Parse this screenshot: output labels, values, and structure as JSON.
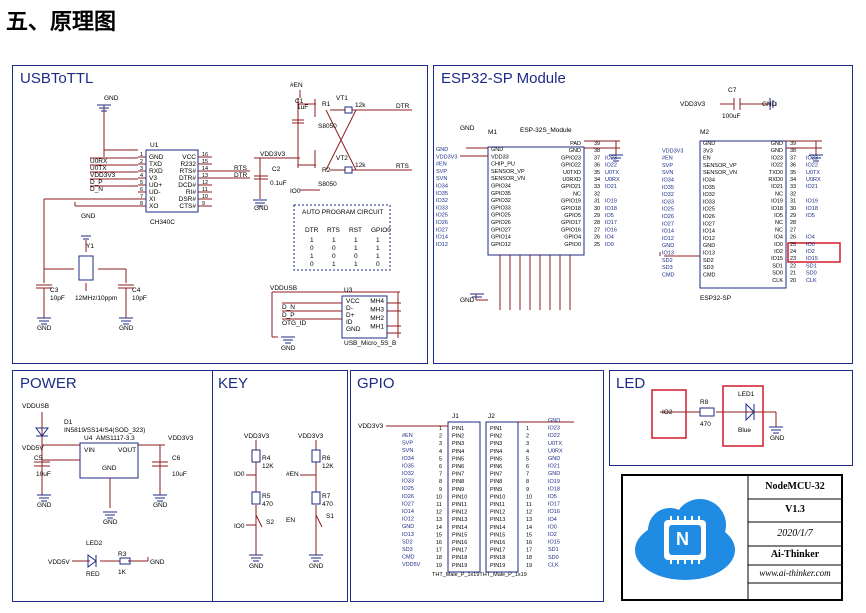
{
  "heading": "五、原理图",
  "panels": {
    "usb": {
      "title": "USBToTTL"
    },
    "esp": {
      "title": "ESP32-SP Module"
    },
    "power": {
      "title": "POWER"
    },
    "key": {
      "title": "KEY"
    },
    "gpio": {
      "title": "GPIO"
    },
    "led": {
      "title": "LED"
    }
  },
  "usb": {
    "u1_ref": "U1",
    "u1_part": "CH340C",
    "u1_left_pins": [
      "GND",
      "TXD",
      "RXD",
      "V3",
      "UD+",
      "UD-",
      "XI",
      "XO"
    ],
    "u1_left_nums": [
      "1",
      "2",
      "3",
      "4",
      "5",
      "6",
      "7",
      "8"
    ],
    "u1_right_pins": [
      "VCC",
      "R232",
      "RTS#",
      "DTR#",
      "DCD#",
      "RI#",
      "DSR#",
      "CTS#"
    ],
    "u1_right_nums": [
      "16",
      "15",
      "14",
      "13",
      "12",
      "11",
      "10",
      "9"
    ],
    "net_left": [
      "U0RX",
      "U0TX",
      "VDD3V3",
      "D_P",
      "D_N"
    ],
    "rts": "RTS",
    "dtr": "DTR",
    "vdd": "VDD3V3",
    "gnd": "GND",
    "c1": "C1",
    "c1v": "1uF",
    "c2": "C2",
    "c2v": "0.1uF",
    "r1": "R1",
    "r1v": "12k",
    "r2": "R2",
    "r2v": "12k",
    "vt1": "VT1",
    "vt2": "VT2",
    "s8050a": "S8050",
    "s8050b": "S8050",
    "en": "#EN",
    "io0": "IO0",
    "y1": "Y1",
    "y1v": "12MHz/10ppm",
    "c3": "C3",
    "c3v": "10pF",
    "c4": "C4",
    "c4v": "10pF",
    "apc_title": "AUTO PROGRAM CIRCUIT",
    "apc_head": [
      "DTR",
      "RTS",
      "RST",
      "GPIO0"
    ],
    "apc_rows": [
      [
        "1",
        "1",
        "1",
        "1"
      ],
      [
        "0",
        "0",
        "1",
        "1"
      ],
      [
        "1",
        "0",
        "0",
        "1"
      ],
      [
        "0",
        "1",
        "1",
        "0"
      ]
    ],
    "u3": "U3",
    "u3_part": "USB_Micro_5S_B",
    "u3_pins": [
      "VCC",
      "D-",
      "D+",
      "ID",
      "GND"
    ],
    "u3_mh": [
      "MH4",
      "MH3",
      "MH2",
      "MH1"
    ],
    "u3_nets": [
      "D_N",
      "D_P",
      "OTG_ID"
    ],
    "vddusb": "VDDUSB"
  },
  "esp": {
    "m1": "M1",
    "m1_part": "ESP-32S_Module",
    "m2": "M2",
    "m2_part": "ESP32-SP",
    "m1_left": [
      "GND",
      "VDD33",
      "CHIP_PU",
      "SENSOR_VP",
      "SENSOR_VN",
      "GPIO34",
      "GPIO35",
      "GPIO32",
      "GPIO33",
      "GPIO25",
      "GPIO26",
      "GPIO27",
      "GPIO14",
      "GPIO12"
    ],
    "m1_left_nets": [
      "GND",
      "VDD3V3",
      "#EN",
      "SVP",
      "SVN",
      "IO34",
      "IO35",
      "IO32",
      "IO33",
      "IO25",
      "IO26",
      "IO27",
      "IO14",
      "IO12"
    ],
    "m1_right": [
      "PAD",
      "GND",
      "GPIO23",
      "GPIO22",
      "U0TXD",
      "U0RXD",
      "GPIO21",
      "NC",
      "GPIO19",
      "GPIO18",
      "GPIO5",
      "GPIO17",
      "GPIO16",
      "GPIO4",
      "GPIO0"
    ],
    "m1_right_nums": [
      "39",
      "38",
      "37",
      "36",
      "35",
      "34",
      "33",
      "32",
      "31",
      "30",
      "29",
      "28",
      "27",
      "26",
      "25"
    ],
    "m1_right_nets": [
      "",
      "",
      "IO23",
      "IO22",
      "U0TX",
      "U0RX",
      "IO21",
      "",
      "IO19",
      "IO18",
      "IO5",
      "IO17",
      "IO16",
      "IO4",
      "IO0"
    ],
    "m2_left": [
      "GND",
      "3V3",
      "EN",
      "SENSOR_VP",
      "SENSOR_VN",
      "IO34",
      "IO35",
      "IO32",
      "IO33",
      "IO25",
      "IO26",
      "IO27",
      "IO14",
      "IO12",
      "GND",
      "IO13",
      "SD2",
      "SD3",
      "CMD"
    ],
    "m2_left_nets": [
      "",
      "VDD3V3",
      "#EN",
      "SVP",
      "SVN",
      "IO34",
      "IO35",
      "IO32",
      "IO33",
      "IO25",
      "IO26",
      "IO27",
      "IO14",
      "IO12",
      "GND",
      "IO13",
      "SD2",
      "SD3",
      "CMD"
    ],
    "m2_right": [
      "GND",
      "GND",
      "IO23",
      "IO22",
      "TXD0",
      "RXD0",
      "IO21",
      "NC",
      "IO19",
      "IO18",
      "IO5",
      "NC",
      "NC",
      "IO4",
      "IO0",
      "IO2",
      "IO15",
      "SD1",
      "SD0",
      "CLK"
    ],
    "m2_right_nums": [
      "39",
      "38",
      "37",
      "36",
      "35",
      "34",
      "33",
      "32",
      "31",
      "30",
      "29",
      "28",
      "27",
      "26",
      "25",
      "24",
      "23",
      "22",
      "21",
      "20"
    ],
    "m2_right_nets": [
      "",
      "",
      "IO23",
      "IO22",
      "U0TX",
      "U0RX",
      "IO21",
      "",
      "IO19",
      "IO18",
      "IO5",
      "",
      "",
      "IO4",
      "IO0",
      "IO2",
      "IO15",
      "SD1",
      "SD0",
      "CLK"
    ],
    "c7": "C7",
    "c7v": "100uF",
    "vdd": "VDD3V3",
    "gnd": "GND"
  },
  "power": {
    "vddusb": "VDDUSB",
    "d1": "D1",
    "d1v": "IN5819/SS14/S4(SOD_323)",
    "u4": "U4",
    "u4v": "AMS1117-3.3",
    "vin": "VIN",
    "vout": "VOUT",
    "gnd": "GND",
    "c5": "C5",
    "c5v": "10uF",
    "c6": "C6",
    "c6v": "10uF",
    "vdd5v": "VDD5V",
    "vdd3v3": "VDD3V3",
    "led2": "LED2",
    "red": "RED",
    "r3": "R3",
    "r3v": "1K"
  },
  "key": {
    "vdd3v3": "VDD3V3",
    "r4": "R4",
    "r4v": "12K",
    "r5": "R5",
    "r5v": "470",
    "s2": "S2",
    "io0": "IO0",
    "r6": "R6",
    "r6v": "12K",
    "r7": "R7",
    "r7v": "470",
    "s1": "S1",
    "en": "#EN",
    "en2": "EN",
    "gnd": "GND"
  },
  "gpio": {
    "j1": "J1",
    "j2": "J2",
    "vdd": "VDD3V3",
    "j1_nets": [
      "#EN",
      "SVP",
      "SVN",
      "IO34",
      "IO35",
      "IO32",
      "IO33",
      "IO25",
      "IO26",
      "IO27",
      "IO14",
      "IO12",
      "GND",
      "IO13",
      "SD2",
      "SD3",
      "CMD",
      "VDD5V"
    ],
    "j2_nets": [
      "GND",
      "IO23",
      "IO22",
      "U0TX",
      "U0RX",
      "GND",
      "IO21",
      "GND",
      "IO19",
      "IO18",
      "IO5",
      "IO17",
      "IO16",
      "IO4",
      "IO0",
      "IO2",
      "IO15",
      "SD1",
      "SD0",
      "CLK"
    ],
    "footer": "THT_Male_P_1x19THT_Male_P_1x19"
  },
  "led": {
    "io2": "IO2",
    "r8": "R8",
    "r8v": "470",
    "led1": "LED1",
    "blue": "Blue",
    "gnd": "GND"
  },
  "titleblock": {
    "name": "NodeMCU-32",
    "version": "V1.3",
    "date": "2020/1/7",
    "company": "Ai-Thinker",
    "url": "www.ai-thinker.com",
    "logo_letter": "N"
  },
  "colors": {
    "border": "#1c2b86",
    "wire": "#8c1c1c",
    "highlight": "#d01c2c",
    "ink": "#1c2b86",
    "logo": "#1f8be3"
  }
}
